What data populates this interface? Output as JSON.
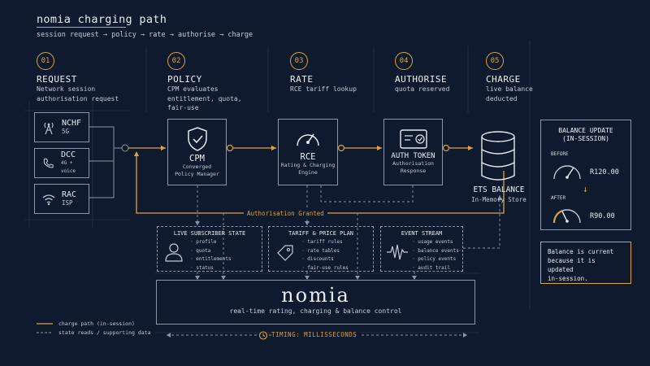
{
  "header": {
    "title": "nomia charging path",
    "subtitle": "session request → policy → rate → authorise → charge"
  },
  "steps": [
    {
      "num": "01",
      "title": "REQUEST",
      "desc": [
        "Network session",
        "authorisation request"
      ]
    },
    {
      "num": "02",
      "title": "POLICY",
      "desc": [
        "CPM evaluates",
        "entitlement, quota,",
        "fair-use"
      ]
    },
    {
      "num": "03",
      "title": "RATE",
      "desc": [
        "RCE tariff lookup"
      ]
    },
    {
      "num": "04",
      "title": "AUTHORISE",
      "desc": [
        "quota reserved"
      ]
    },
    {
      "num": "05",
      "title": "CHARGE",
      "desc": [
        "live balance",
        "deducted"
      ]
    }
  ],
  "sources": [
    {
      "name": "NCHF",
      "sub": "5G",
      "icon": "cell-tower-icon"
    },
    {
      "name": "DCC",
      "sub": "4G + voice",
      "icon": "phone-icon"
    },
    {
      "name": "RAC",
      "sub": "ISP",
      "icon": "wifi-icon"
    }
  ],
  "nodes": {
    "cpm": {
      "label": "CPM",
      "sub": [
        "Converged",
        "Policy Manager"
      ]
    },
    "rce": {
      "label": "RCE",
      "sub": [
        "Rating & Charging",
        "Engine"
      ]
    },
    "auth": {
      "label": "AUTH TOKEN",
      "sub": [
        "Authorisation",
        "Response"
      ]
    },
    "ets": {
      "label": "ETS BALANCE",
      "sub": "In-Memory Store"
    }
  },
  "return_label": "Authorisation Granted",
  "panels": [
    {
      "title": "LIVE SUBSCRIBER STATE",
      "items": [
        "profile",
        "quota",
        "entitlements",
        "status"
      ]
    },
    {
      "title": "TARIFF & PRICE PLAN",
      "items": [
        "tariff rules",
        "rate tables",
        "discounts",
        "fair-use rules"
      ]
    },
    {
      "title": "EVENT STREAM",
      "items": [
        "usage events",
        "balance events",
        "policy events",
        "audit trail"
      ]
    }
  ],
  "balance": {
    "title": [
      "BALANCE UPDATE",
      "(IN-SESSION)"
    ],
    "before_label": "BEFORE",
    "before_value": "R120.00",
    "after_label": "AFTER",
    "after_value": "R90.00"
  },
  "note": [
    "Balance is current",
    "because it is updated",
    "in-session."
  ],
  "brand": {
    "name": "nomia",
    "tagline": "real-time rating, charging & balance control"
  },
  "timing": "TIMING: MILLISSECONDS",
  "legend": {
    "solid": "charge path (in-session)",
    "dashed": "state reads / supporting data"
  },
  "colors": {
    "accent": "#d9a441",
    "background": "#0f1a2e",
    "line": "#8d96a8"
  }
}
